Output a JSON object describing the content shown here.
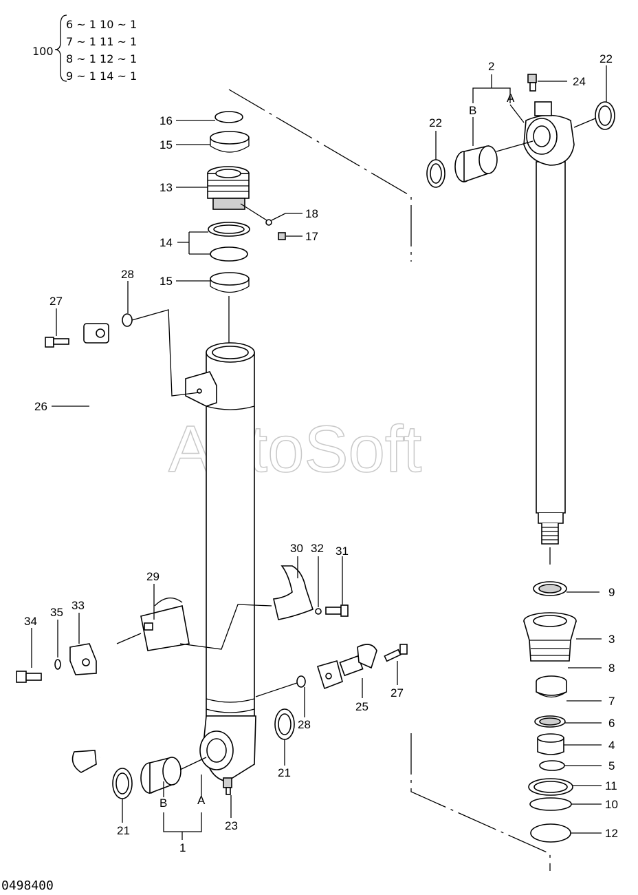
{
  "kit": {
    "number": "100",
    "lines": [
      "6 ~ 1   10 ~ 1",
      "7 ~ 1   11 ~ 1",
      "8 ~ 1   12 ~ 1",
      "9 ~ 1   14 ~ 1"
    ]
  },
  "watermark": "AutoSoft",
  "drawing_code": "0498400",
  "labels": [
    {
      "id": "16",
      "text": "16"
    },
    {
      "id": "15a",
      "text": "15"
    },
    {
      "id": "13",
      "text": "13"
    },
    {
      "id": "18",
      "text": "18"
    },
    {
      "id": "17",
      "text": "17"
    },
    {
      "id": "14",
      "text": "14"
    },
    {
      "id": "15b",
      "text": "15"
    },
    {
      "id": "28a",
      "text": "28"
    },
    {
      "id": "27a",
      "text": "27"
    },
    {
      "id": "26",
      "text": "26"
    },
    {
      "id": "30",
      "text": "30"
    },
    {
      "id": "32",
      "text": "32"
    },
    {
      "id": "31",
      "text": "31"
    },
    {
      "id": "29",
      "text": "29"
    },
    {
      "id": "34",
      "text": "34"
    },
    {
      "id": "35",
      "text": "35"
    },
    {
      "id": "33",
      "text": "33"
    },
    {
      "id": "27b",
      "text": "27"
    },
    {
      "id": "25",
      "text": "25"
    },
    {
      "id": "28b",
      "text": "28"
    },
    {
      "id": "21a",
      "text": "21"
    },
    {
      "id": "21b",
      "text": "21"
    },
    {
      "id": "B1",
      "text": "B"
    },
    {
      "id": "A1",
      "text": "A"
    },
    {
      "id": "1",
      "text": "1"
    },
    {
      "id": "23",
      "text": "23"
    },
    {
      "id": "2",
      "text": "2"
    },
    {
      "id": "B2",
      "text": "B"
    },
    {
      "id": "A2",
      "text": "A"
    },
    {
      "id": "22a",
      "text": "22"
    },
    {
      "id": "22b",
      "text": "22"
    },
    {
      "id": "24",
      "text": "24"
    },
    {
      "id": "9",
      "text": "9"
    },
    {
      "id": "3",
      "text": "3"
    },
    {
      "id": "8",
      "text": "8"
    },
    {
      "id": "7",
      "text": "7"
    },
    {
      "id": "6",
      "text": "6"
    },
    {
      "id": "4",
      "text": "4"
    },
    {
      "id": "5",
      "text": "5"
    },
    {
      "id": "11",
      "text": "11"
    },
    {
      "id": "10",
      "text": "10"
    },
    {
      "id": "12",
      "text": "12"
    }
  ]
}
